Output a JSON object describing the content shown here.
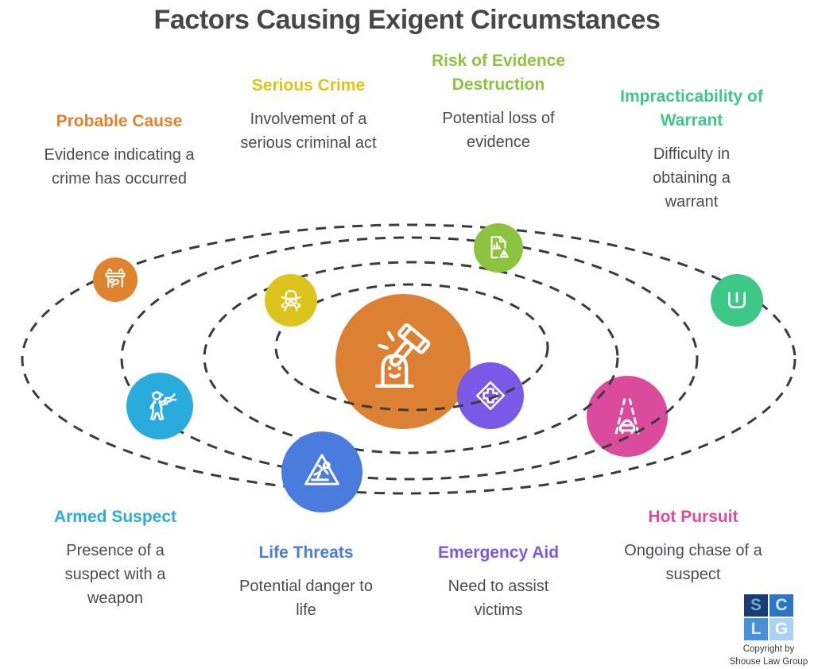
{
  "title": "Factors Causing Exigent Circumstances",
  "diagram": {
    "orbit_color": "#3B3B3B",
    "center": {
      "icon": "gavel-icon",
      "color": "#DC8134"
    }
  },
  "factors": [
    {
      "name": "Probable Cause",
      "description": "Evidence indicating a crime has occurred",
      "color": "#E0832F",
      "icon": "crime-scene-icon"
    },
    {
      "name": "Serious Crime",
      "description": "Involvement of a serious criminal act",
      "color": "#DCC41C",
      "icon": "detective-icon"
    },
    {
      "name": "Risk of Evidence Destruction",
      "description": "Potential loss of evidence",
      "color": "#8CC43F",
      "icon": "evidence-report-icon"
    },
    {
      "name": "Impracticability of Warrant",
      "description": "Difficulty in obtaining a warrant",
      "color": "#3DC887",
      "icon": "warrant-letter-icon"
    },
    {
      "name": "Armed Suspect",
      "description": "Presence of a suspect with a weapon",
      "color": "#2AABDE",
      "icon": "armed-person-icon"
    },
    {
      "name": "Life Threats",
      "description": "Potential danger to life",
      "color": "#4A7CDE",
      "icon": "falling-hazard-icon"
    },
    {
      "name": "Emergency Aid",
      "description": "Need to assist victims",
      "color": "#7A59E6",
      "icon": "medical-cross-icon"
    },
    {
      "name": "Hot Pursuit",
      "description": "Ongoing chase of a suspect",
      "color": "#DB4B9D",
      "icon": "car-chase-icon"
    }
  ],
  "footer": {
    "logo_tiles": [
      {
        "letter": "S",
        "bg": "#1B3C72",
        "fg": "#6FA8DC"
      },
      {
        "letter": "C",
        "bg": "#2D74C4",
        "fg": "#CFE6F8"
      },
      {
        "letter": "L",
        "bg": "#4A90D9",
        "fg": "#DCEBF7"
      },
      {
        "letter": "G",
        "bg": "#A8D2F2",
        "fg": "#FFFFFF"
      }
    ],
    "copyright_line1": "Copyright by",
    "copyright_line2": "Shouse Law Group"
  }
}
